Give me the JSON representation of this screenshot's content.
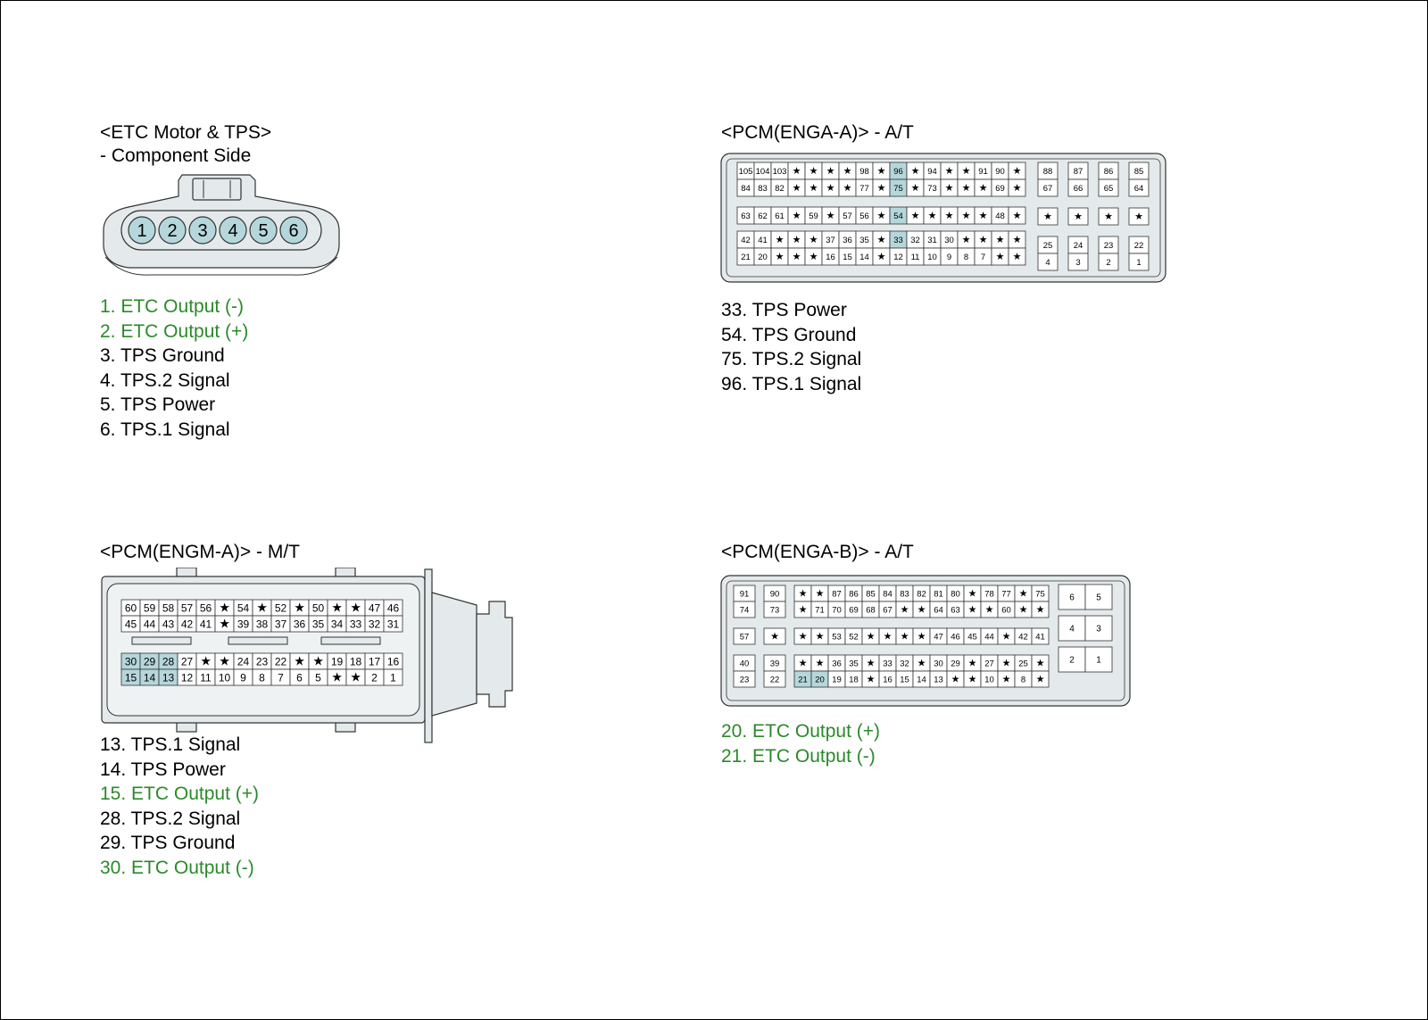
{
  "colors": {
    "legend_green": "#2a8a2a",
    "highlight": "#b5d7dc",
    "housing": "#e4eaeb",
    "stroke": "#333333"
  },
  "star": "★",
  "etc": {
    "title": "<ETC Motor & TPS>",
    "subtitle": "- Component Side",
    "pins": [
      "1",
      "2",
      "3",
      "4",
      "5",
      "6"
    ],
    "legend": [
      {
        "text": "1. ETC Output (-)",
        "tone": "green"
      },
      {
        "text": "2. ETC Output (+)",
        "tone": "green"
      },
      {
        "text": "3. TPS Ground",
        "tone": "black"
      },
      {
        "text": "4. TPS.2 Signal",
        "tone": "black"
      },
      {
        "text": "5. TPS Power",
        "tone": "black"
      },
      {
        "text": "6. TPS.1 Signal",
        "tone": "black"
      }
    ]
  },
  "enga_a": {
    "title": "<PCM(ENGA-A)> - A/T",
    "main_rows": [
      [
        "105",
        "104",
        "103",
        "*",
        "*",
        "*",
        "*",
        "98",
        "*",
        "96",
        "*",
        "94",
        "*",
        "*",
        "91",
        "90",
        "*"
      ],
      [
        "84",
        "83",
        "82",
        "*",
        "*",
        "*",
        "*",
        "77",
        "*",
        "75",
        "*",
        "73",
        "*",
        "*",
        "*",
        "69",
        "*"
      ],
      [
        "63",
        "62",
        "61",
        "*",
        "59",
        "*",
        "57",
        "56",
        "*",
        "54",
        "*",
        "*",
        "*",
        "*",
        "*",
        "48",
        "*"
      ],
      [
        "42",
        "41",
        "*",
        "*",
        "*",
        "37",
        "36",
        "35",
        "*",
        "33",
        "32",
        "31",
        "30",
        "*",
        "*",
        "*",
        "*"
      ],
      [
        "21",
        "20",
        "*",
        "*",
        "*",
        "16",
        "15",
        "14",
        "*",
        "12",
        "11",
        "10",
        "9",
        "8",
        "7",
        "*",
        "*"
      ]
    ],
    "side_rows": [
      [
        "88",
        "87",
        "86",
        "85"
      ],
      [
        "67",
        "66",
        "65",
        "64"
      ],
      [
        "*",
        "*",
        "*",
        "*"
      ],
      [
        "25",
        "24",
        "23",
        "22"
      ],
      [
        "4",
        "3",
        "2",
        "1"
      ]
    ],
    "highlight": [
      "96",
      "75",
      "54",
      "33"
    ],
    "legend": [
      {
        "text": "33. TPS Power",
        "tone": "black"
      },
      {
        "text": "54. TPS Ground",
        "tone": "black"
      },
      {
        "text": "75. TPS.2 Signal",
        "tone": "black"
      },
      {
        "text": "96. TPS.1 Signal",
        "tone": "black"
      }
    ]
  },
  "engm_a": {
    "title": "<PCM(ENGM-A)> - M/T",
    "rows": [
      [
        "60",
        "59",
        "58",
        "57",
        "56",
        "*",
        "54",
        "*",
        "52",
        "*",
        "50",
        "*",
        "*",
        "47",
        "46"
      ],
      [
        "45",
        "44",
        "43",
        "42",
        "41",
        "*",
        "39",
        "38",
        "37",
        "36",
        "35",
        "34",
        "33",
        "32",
        "31"
      ],
      [
        "30",
        "29",
        "28",
        "27",
        "*",
        "*",
        "24",
        "23",
        "22",
        "*",
        "*",
        "19",
        "18",
        "17",
        "16"
      ],
      [
        "15",
        "14",
        "13",
        "12",
        "11",
        "10",
        "9",
        "8",
        "7",
        "6",
        "5",
        "*",
        "*",
        "2",
        "1"
      ]
    ],
    "highlight": [
      "30",
      "29",
      "28",
      "15",
      "14",
      "13"
    ],
    "legend": [
      {
        "text": "13. TPS.1 Signal",
        "tone": "black"
      },
      {
        "text": "14. TPS Power",
        "tone": "black"
      },
      {
        "text": "15. ETC Output (+)",
        "tone": "green"
      },
      {
        "text": "28. TPS.2 Signal",
        "tone": "black"
      },
      {
        "text": "29. TPS Ground",
        "tone": "black"
      },
      {
        "text": "30. ETC Output (-)",
        "tone": "green"
      }
    ]
  },
  "engb": {
    "title": "<PCM(ENGA-B)> - A/T",
    "left_rows": [
      [
        "91",
        "90"
      ],
      [
        "74",
        "73"
      ],
      [
        "57",
        "*"
      ],
      [
        "40",
        "39"
      ],
      [
        "23",
        "22"
      ]
    ],
    "main_rows": [
      [
        "*",
        "*",
        "87",
        "86",
        "85",
        "84",
        "83",
        "82",
        "81",
        "80",
        "*",
        "78",
        "77",
        "*",
        "75"
      ],
      [
        "*",
        "71",
        "70",
        "69",
        "68",
        "67",
        "*",
        "*",
        "64",
        "63",
        "*",
        "*",
        "60",
        "*",
        "*"
      ],
      [
        "*",
        "*",
        "53",
        "52",
        "*",
        "*",
        "*",
        "*",
        "47",
        "46",
        "45",
        "44",
        "*",
        "42",
        "41"
      ],
      [
        "*",
        "*",
        "36",
        "35",
        "*",
        "33",
        "32",
        "*",
        "30",
        "29",
        "*",
        "27",
        "*",
        "25",
        "*"
      ],
      [
        "21",
        "20",
        "19",
        "18",
        "*",
        "16",
        "15",
        "14",
        "13",
        "*",
        "*",
        "10",
        "*",
        "8",
        "*"
      ]
    ],
    "right_rows": [
      [
        "6",
        "5"
      ],
      [
        "4",
        "3"
      ],
      [
        "2",
        "1"
      ]
    ],
    "highlight": [
      "21",
      "20"
    ],
    "legend": [
      {
        "text": "20. ETC Output (+)",
        "tone": "green"
      },
      {
        "text": "21. ETC Output (-)",
        "tone": "green"
      }
    ]
  }
}
